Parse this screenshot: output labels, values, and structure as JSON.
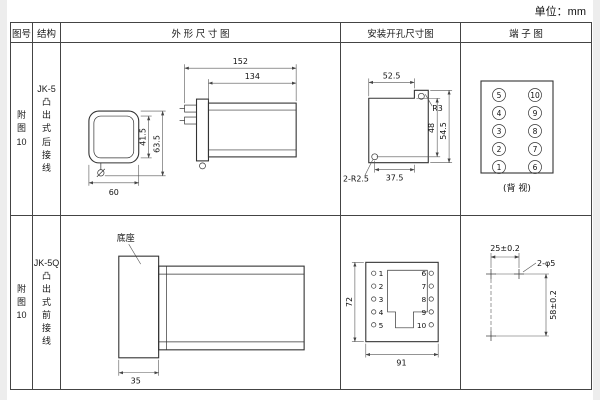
{
  "unit_label": "单位：mm",
  "headers": {
    "fig": "图号",
    "structure": "结构",
    "outline": "外 形 尺 寸 图",
    "install": "安装开孔尺寸图",
    "terminal": "端 子 图"
  },
  "row1": {
    "fig_label": "附\n图\n10",
    "structure_label": "JK-5\n凸\n出\n式\n后\n接\n线",
    "outline": {
      "dim_152": "152",
      "dim_134": "134",
      "dim_41_5": "41.5",
      "dim_63_5": "63.5",
      "dim_60": "60"
    },
    "install": {
      "dim_52_5": "52.5",
      "r3": "R3",
      "dim_48": "48",
      "dim_54_5": "54.5",
      "dim_37_5": "37.5",
      "holes": "2-R2.5"
    },
    "terminal": {
      "left": [
        "5",
        "4",
        "3",
        "2",
        "1"
      ],
      "right": [
        "10",
        "9",
        "8",
        "7",
        "6"
      ],
      "caption": "(背 视)"
    }
  },
  "row2": {
    "fig_label": "附\n图\n10",
    "structure_label": "JK-5Q\n凸\n出\n式\n前\n接\n线",
    "outline": {
      "base_label": "底座",
      "dim_35": "35"
    },
    "install": {
      "left_nums": [
        "1",
        "2",
        "3",
        "4",
        "5"
      ],
      "right_nums": [
        "6",
        "7",
        "8",
        "9",
        "10"
      ],
      "dim_72": "72",
      "dim_91": "91"
    },
    "terminal": {
      "dim_25": "25±0.2",
      "holes": "2-φ5",
      "dim_58": "58±0.2"
    }
  }
}
